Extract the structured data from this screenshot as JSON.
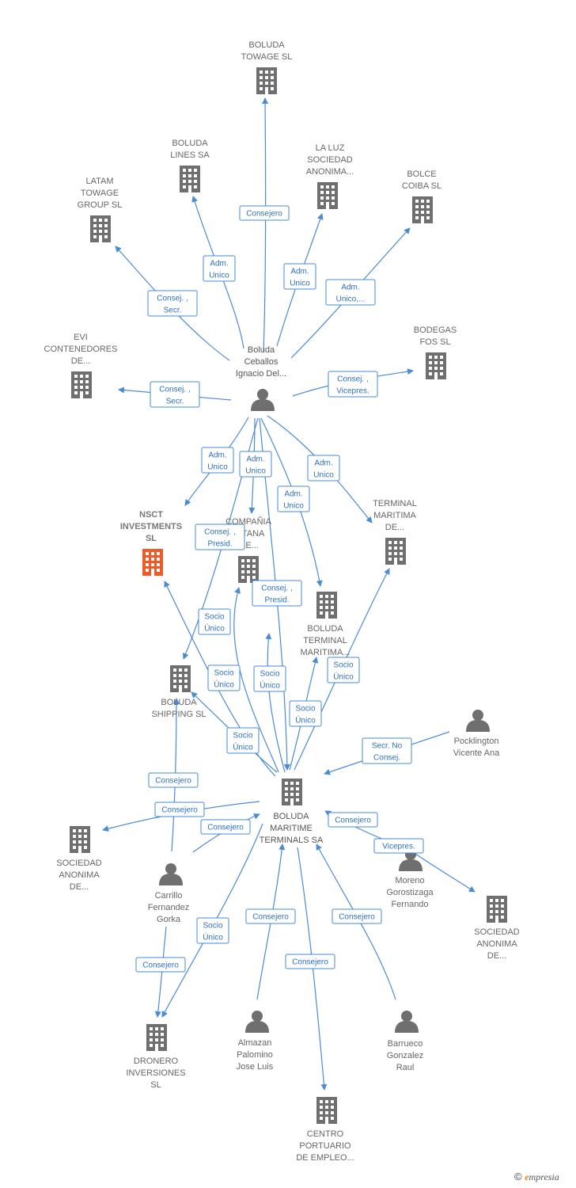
{
  "colors": {
    "edge": "#4a8bd6",
    "building": "#6f6f6f",
    "building_focus": "#f05a28",
    "person": "#6f6f6f"
  },
  "nodes": [
    {
      "id": "boluda_towage",
      "type": "company",
      "icon": "building-icon",
      "lines": [
        "BOLUDA",
        "TOWAGE  SL"
      ]
    },
    {
      "id": "boluda_lines",
      "type": "company",
      "icon": "building-icon",
      "lines": [
        "BOLUDA",
        "LINES SA"
      ]
    },
    {
      "id": "la_luz",
      "type": "company",
      "icon": "building-icon",
      "lines": [
        "LA LUZ",
        "SOCIEDAD",
        "ANONIMA..."
      ]
    },
    {
      "id": "latam",
      "type": "company",
      "icon": "building-icon",
      "lines": [
        "LATAM",
        "TOWAGE",
        "GROUP  SL"
      ]
    },
    {
      "id": "bolce",
      "type": "company",
      "icon": "building-icon",
      "lines": [
        "BOLCE",
        "COIBA  SL"
      ]
    },
    {
      "id": "bodegas",
      "type": "company",
      "icon": "building-icon",
      "lines": [
        "BODEGAS",
        "FOS SL"
      ]
    },
    {
      "id": "evi",
      "type": "company",
      "icon": "building-icon",
      "lines": [
        "EVI",
        "CONTENEDORES",
        "DE..."
      ]
    },
    {
      "id": "boluda_ceballos",
      "type": "person",
      "icon": "person-icon",
      "lines": [
        "Boluda",
        "Ceballos",
        "Ignacio Del..."
      ]
    },
    {
      "id": "nsct",
      "type": "company",
      "focus": true,
      "icon": "building-icon",
      "lines": [
        "NSCT",
        "INVESTMENTS",
        "SL"
      ]
    },
    {
      "id": "compania",
      "type": "company",
      "icon": "building-icon",
      "lines": [
        "COMPAÑIA",
        "...ITANA",
        "...E..."
      ]
    },
    {
      "id": "terminal_maritima",
      "type": "company",
      "icon": "building-icon",
      "lines": [
        "TERMINAL",
        "MARITIMA",
        "DE..."
      ]
    },
    {
      "id": "boluda_terminal",
      "type": "company",
      "icon": "building-icon",
      "lines": [
        "BOLUDA",
        "TERMINAL",
        "MARITIMA..."
      ]
    },
    {
      "id": "boluda_shipping",
      "type": "company",
      "icon": "building-icon",
      "lines": [
        "BOLUDA",
        "SHIPPING  SL"
      ]
    },
    {
      "id": "pocklington",
      "type": "person",
      "icon": "person-icon",
      "lines": [
        "Pocklington",
        "Vicente Ana"
      ]
    },
    {
      "id": "boluda_maritime",
      "type": "company",
      "icon": "building-icon",
      "lines": [
        "BOLUDA",
        "MARITIME",
        "TERMINALS SA"
      ]
    },
    {
      "id": "sociedad_left",
      "type": "company",
      "icon": "building-icon",
      "lines": [
        "SOCIEDAD",
        "ANONIMA",
        "DE..."
      ]
    },
    {
      "id": "carrillo",
      "type": "person",
      "icon": "person-icon",
      "lines": [
        "Carrillo",
        "Fernandez",
        "Gorka"
      ]
    },
    {
      "id": "moreno",
      "type": "person",
      "icon": "person-icon",
      "lines": [
        "Moreno",
        "Gorostizaga",
        "Fernando"
      ]
    },
    {
      "id": "sociedad_right",
      "type": "company",
      "icon": "building-icon",
      "lines": [
        "SOCIEDAD",
        "ANONIMA",
        "DE..."
      ]
    },
    {
      "id": "dronero",
      "type": "company",
      "icon": "building-icon",
      "lines": [
        "DRONERO",
        "INVERSIONES",
        "SL"
      ]
    },
    {
      "id": "almazan",
      "type": "person",
      "icon": "person-icon",
      "lines": [
        "Almazan",
        "Palomino",
        "Jose Luis"
      ]
    },
    {
      "id": "barrueco",
      "type": "person",
      "icon": "person-icon",
      "lines": [
        "Barrueco",
        "Gonzalez",
        "Raul"
      ]
    },
    {
      "id": "centro",
      "type": "company",
      "icon": "building-icon",
      "lines": [
        "CENTRO",
        "PORTUARIO",
        "DE EMPLEO..."
      ]
    }
  ],
  "edges": [
    {
      "id": "e1",
      "from": "boluda_ceballos",
      "to": "boluda_towage",
      "label": [
        "Consejero"
      ]
    },
    {
      "id": "e2",
      "from": "boluda_ceballos",
      "to": "boluda_lines",
      "label": [
        "Adm.",
        "Unico"
      ]
    },
    {
      "id": "e3",
      "from": "boluda_ceballos",
      "to": "la_luz",
      "label": [
        "Adm.",
        "Unico"
      ]
    },
    {
      "id": "e4",
      "from": "boluda_ceballos",
      "to": "latam",
      "label": [
        "Consej. ,",
        "Secr."
      ]
    },
    {
      "id": "e5",
      "from": "boluda_ceballos",
      "to": "bolce",
      "label": [
        "Adm.",
        "Unico,..."
      ]
    },
    {
      "id": "e6",
      "from": "boluda_ceballos",
      "to": "bodegas",
      "label": [
        "Consej. ,",
        "Vicepres."
      ]
    },
    {
      "id": "e7",
      "from": "boluda_ceballos",
      "to": "evi",
      "label": [
        "Consej. ,",
        "Secr."
      ]
    },
    {
      "id": "e8",
      "from": "boluda_ceballos",
      "to": "nsct",
      "label": [
        "Adm.",
        "Unico"
      ]
    },
    {
      "id": "e9",
      "from": "boluda_ceballos",
      "to": "compania",
      "label": [
        "Adm.",
        "Unico"
      ]
    },
    {
      "id": "e10",
      "from": "boluda_ceballos",
      "to": "terminal_maritima",
      "label": [
        "Adm.",
        "Unico"
      ]
    },
    {
      "id": "e11",
      "from": "boluda_ceballos",
      "to": "boluda_terminal",
      "label": [
        "Adm.",
        "Unico"
      ]
    },
    {
      "id": "e12",
      "from": "boluda_ceballos",
      "to": "boluda_shipping",
      "label": [
        "Consej. ,",
        "Presid."
      ]
    },
    {
      "id": "e13",
      "from": "boluda_ceballos",
      "to": "boluda_maritime",
      "label": [
        "Consej. ,",
        "Presid."
      ]
    },
    {
      "id": "e14",
      "from": "boluda_maritime",
      "to": "compania",
      "label": [
        "Socio",
        "Único"
      ]
    },
    {
      "id": "e15",
      "from": "boluda_maritime",
      "to": "nsct",
      "label": [
        "Socio",
        "Único"
      ]
    },
    {
      "id": "e16",
      "from": "boluda_maritime",
      "to": "boluda_shipping",
      "label": [
        "Socio",
        "Único"
      ]
    },
    {
      "id": "e17",
      "from": "boluda_maritime",
      "to": "boluda_terminal",
      "label": [
        "Socio",
        "Único"
      ]
    },
    {
      "id": "e18",
      "from": "boluda_maritime",
      "to": "terminal_maritima",
      "label": [
        "Socio",
        "Único"
      ]
    },
    {
      "id": "e19",
      "from": "boluda_maritime",
      "to": "boluda_maritime_alt",
      "label": [
        "Socio",
        "Único"
      ]
    },
    {
      "id": "e20",
      "from": "pocklington",
      "to": "boluda_maritime",
      "label": [
        "Secr.  No",
        "Consej."
      ]
    },
    {
      "id": "e21",
      "from": "carrillo",
      "to": "boluda_shipping",
      "label": [
        "Consejero"
      ]
    },
    {
      "id": "e22",
      "from": "boluda_maritime",
      "to": "sociedad_left",
      "label": [
        "Consejero"
      ]
    },
    {
      "id": "e23",
      "from": "carrillo",
      "to": "boluda_maritime",
      "label": [
        "Consejero"
      ]
    },
    {
      "id": "e24",
      "from": "moreno",
      "to": "boluda_maritime",
      "label": [
        "Consejero"
      ]
    },
    {
      "id": "e25",
      "from": "moreno",
      "to": "sociedad_right",
      "label": [
        "Vicepres."
      ]
    },
    {
      "id": "e26",
      "from": "carrillo",
      "to": "dronero",
      "label": [
        "Consejero"
      ]
    },
    {
      "id": "e27",
      "from": "boluda_maritime",
      "to": "dronero",
      "label": [
        "Socio",
        "Único"
      ]
    },
    {
      "id": "e28",
      "from": "almazan",
      "to": "boluda_maritime",
      "label": [
        "Consejero"
      ]
    },
    {
      "id": "e29",
      "from": "barrueco",
      "to": "boluda_maritime",
      "label": [
        "Consejero"
      ]
    },
    {
      "id": "e30",
      "from": "boluda_maritime",
      "to": "centro",
      "label": [
        "Consejero"
      ]
    }
  ],
  "footer": {
    "copyright_symbol": "©",
    "brand_initial": "e",
    "brand_rest": "mpresia"
  }
}
